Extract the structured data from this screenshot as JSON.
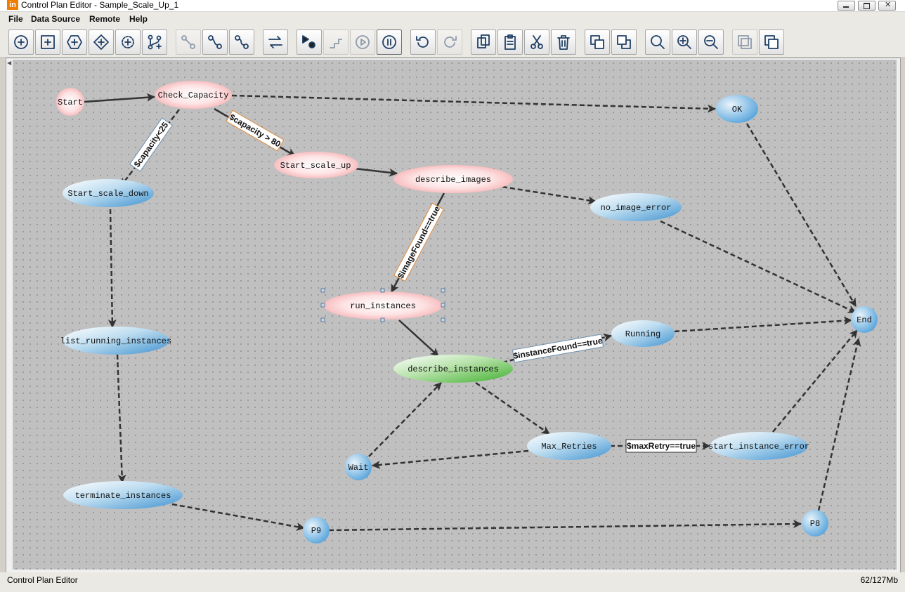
{
  "window": {
    "title": "Control Plan Editor - Sample_Scale_Up_1",
    "app_icon": "in"
  },
  "menu": [
    "File",
    "Data Source",
    "Remote",
    "Help"
  ],
  "toolbar": {
    "icons": [
      "add-circle-icon",
      "add-square-icon",
      "add-hexagon-icon",
      "add-diamond-icon",
      "add-gear-icon",
      "add-fork-icon",
      "link-icon",
      "connect-icon",
      "connect-alt-icon",
      "swap-icon",
      "run-debug-icon",
      "step-icon",
      "play-icon",
      "pause-icon",
      "undo-icon",
      "redo-icon",
      "copy-icon",
      "paste-icon",
      "cut-icon",
      "delete-icon",
      "bring-front-icon",
      "send-back-icon",
      "zoom-icon",
      "zoom-in-icon",
      "zoom-out-icon",
      "group-icon",
      "ungroup-icon"
    ]
  },
  "diagram": {
    "nodes": [
      {
        "id": "start",
        "label": "Start"
      },
      {
        "id": "check",
        "label": "Check_Capacity"
      },
      {
        "id": "ok",
        "label": "OK"
      },
      {
        "id": "scale_down",
        "label": "Start_scale_down"
      },
      {
        "id": "scale_up",
        "label": "Start_scale_up"
      },
      {
        "id": "describe_images",
        "label": "describe_images"
      },
      {
        "id": "no_image",
        "label": "no_image_error"
      },
      {
        "id": "run",
        "label": "run_instances"
      },
      {
        "id": "end",
        "label": "End"
      },
      {
        "id": "list",
        "label": "list_running_instances"
      },
      {
        "id": "running",
        "label": "Running"
      },
      {
        "id": "describe_inst",
        "label": "describe_instances"
      },
      {
        "id": "max",
        "label": "Max_Retries"
      },
      {
        "id": "start_err",
        "label": "start_instance_error"
      },
      {
        "id": "wait",
        "label": "Wait"
      },
      {
        "id": "terminate",
        "label": "terminate_instances"
      },
      {
        "id": "p9",
        "label": "P9"
      },
      {
        "id": "p8",
        "label": "P8"
      }
    ],
    "edge_labels": [
      "$capacity<25",
      "$capacity > 80",
      "$imageFound==true",
      "$instanceFound==true",
      "$maxRetry==true"
    ]
  },
  "status": {
    "left": "Control Plan Editor",
    "memory": "62/127Mb"
  },
  "colors": {
    "pink_node": "#f8b7b9",
    "blue_node": "#7db9e0",
    "green_node": "#6cc15a",
    "edge": "#333333",
    "canvas": "#c0c0c0"
  }
}
